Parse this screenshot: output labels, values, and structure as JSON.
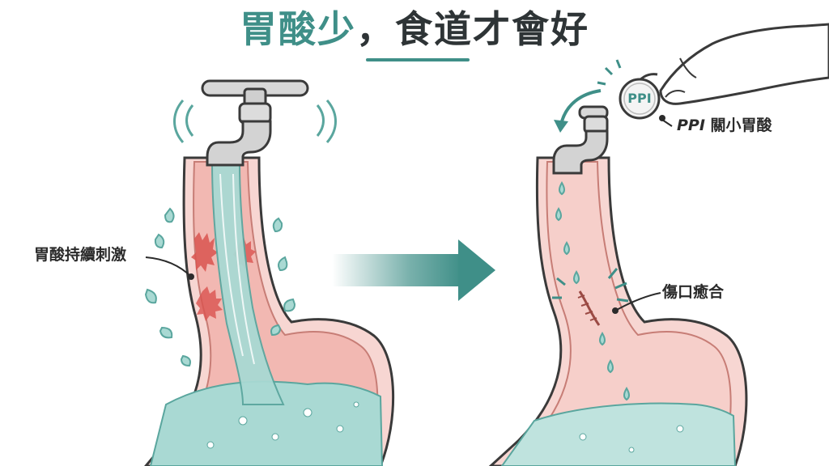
{
  "title": {
    "accent": "胃酸少",
    "separator": "，",
    "main": "食道才會好"
  },
  "labels": {
    "ppi_prefix": "PPI",
    "ppi_suffix": " 關小胃酸",
    "irritation": "胃酸持續刺激",
    "healing": "傷口癒合"
  },
  "pill_text": "PPI",
  "colors": {
    "accent": "#3f8f88",
    "water": "#a9d9d3",
    "tissue": "#f3c7c2",
    "irritated": "#d9534f",
    "outline": "#3a3a3a"
  },
  "icons": [
    "faucet-icon",
    "pill-icon",
    "hand-icon",
    "arrow-icon"
  ]
}
